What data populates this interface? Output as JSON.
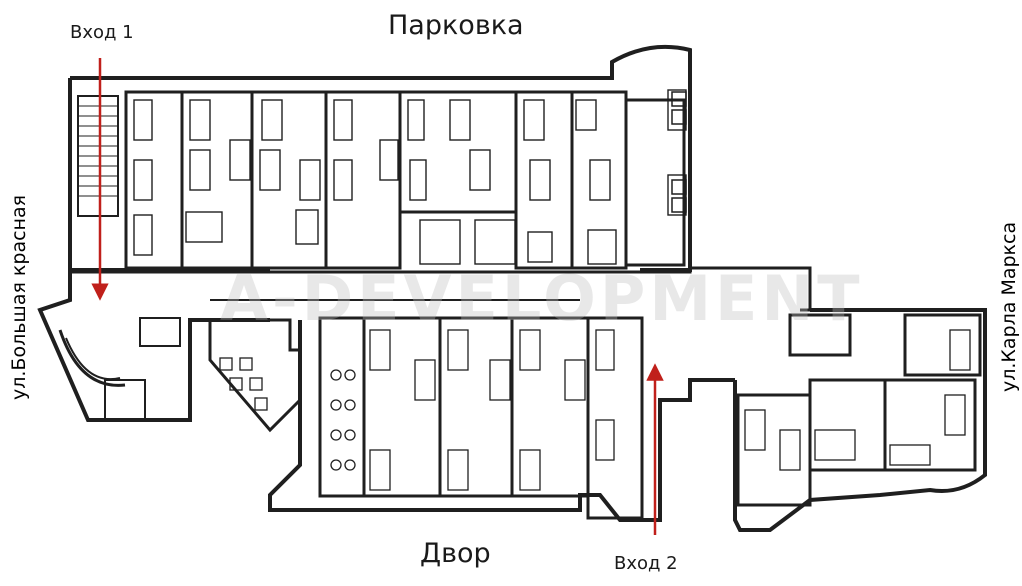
{
  "labels": {
    "parking": "Парковка",
    "yard": "Двор",
    "entrance1": "Вход 1",
    "entrance2": "Вход 2",
    "street_left": "ул.Большая красная",
    "street_right": "ул.Карла Маркса"
  },
  "watermark": "A-DEVELOPMENT",
  "colors": {
    "wall": "#1f1f1f",
    "arrow": "#c0201b",
    "watermark": "#bdbdbd"
  }
}
